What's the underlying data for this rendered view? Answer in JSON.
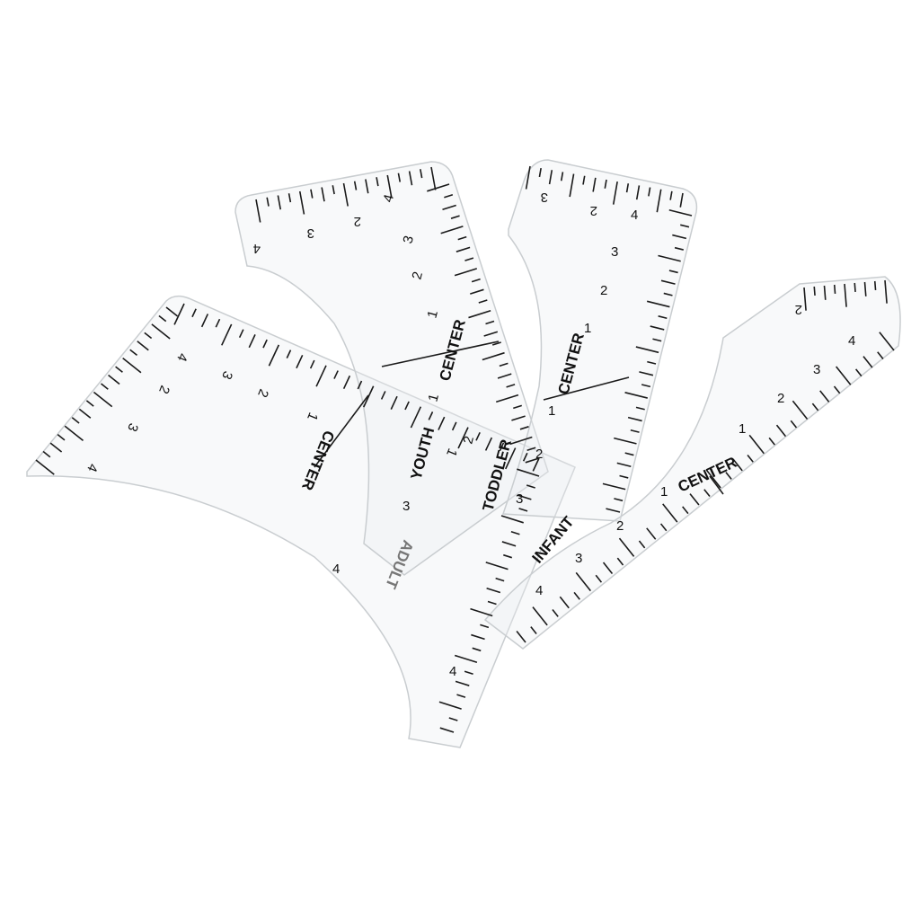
{
  "photo": {
    "subject": "tshirt-ruler-guides",
    "rulers": [
      {
        "size_label": "ADULT",
        "center_label": "CENTER",
        "numbers": [
          "4",
          "3",
          "2",
          "1",
          "4",
          "3",
          "2",
          "1",
          "4"
        ]
      },
      {
        "size_label": "YOUTH",
        "center_label": "CENTER",
        "numbers": [
          "4",
          "3",
          "2",
          "4",
          "3",
          "2",
          "1",
          "1",
          "2",
          "3"
        ]
      },
      {
        "size_label": "TODDLER",
        "center_label": "CENTER",
        "numbers": [
          "3",
          "2",
          "4",
          "3",
          "2",
          "1",
          "1",
          "2",
          "3"
        ]
      },
      {
        "size_label": "INFANT",
        "center_label": "CENTER",
        "numbers": [
          "2",
          "4",
          "3",
          "2",
          "1",
          "1",
          "2",
          "3",
          "4"
        ]
      }
    ],
    "colors": {
      "background": "#ffffff",
      "ink": "#111111",
      "plastic_edge": "#c9cdd0"
    }
  }
}
